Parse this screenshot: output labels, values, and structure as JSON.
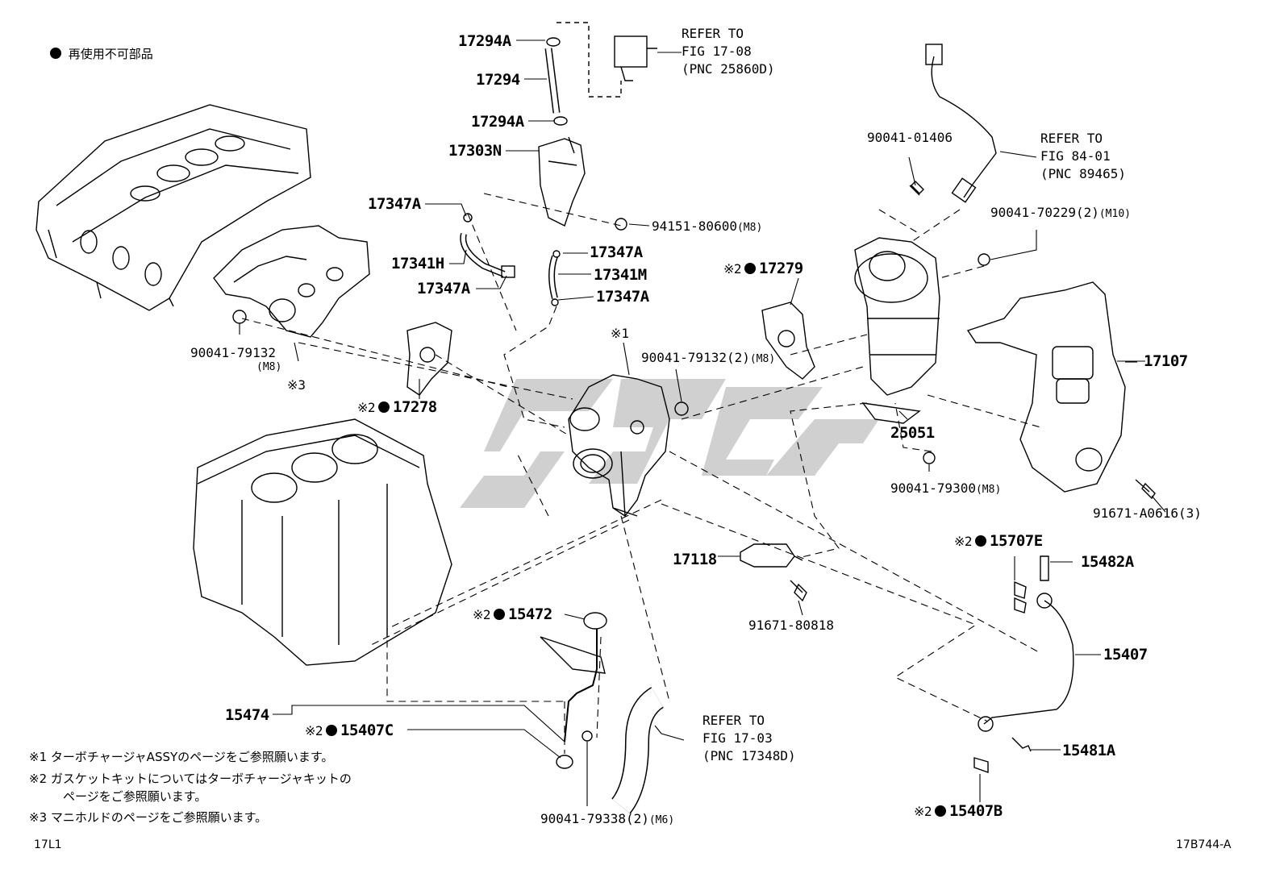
{
  "legend": {
    "text": "再使用不可部品"
  },
  "part_labels": {
    "p17294A_top": "17294A",
    "p17294": "17294",
    "p17294A_mid": "17294A",
    "p17303N": "17303N",
    "p17347A_left": "17347A",
    "p17341H": "17341H",
    "p17347A_low": "17347A",
    "p17347A_r1": "17347A",
    "p17341M": "17341M",
    "p17347A_r2": "17347A",
    "p94151": "94151-80600",
    "p94151_size": "(M8)",
    "p90041_01406": "90041-01406",
    "p90041_70229": "90041-70229(2)",
    "p90041_70229_size": "(M10)",
    "p17279": "17279",
    "p90041_79132_c": "90041-79132(2)",
    "p90041_79132_c_size": "(M8)",
    "p17107": "17107",
    "p90041_79132_l": "90041-79132",
    "p90041_79132_l_size": "(M8)",
    "p17278": "17278",
    "p25051": "25051",
    "p90041_79300": "90041-79300",
    "p90041_79300_size": "(M8)",
    "p91671_A0616": "91671-A0616(3)",
    "p17118": "17118",
    "p91671_80818": "91671-80818",
    "p15707E": "15707E",
    "p15482A": "15482A",
    "p15472": "15472",
    "p15407": "15407",
    "p15474": "15474",
    "p15407C": "15407C",
    "p15481A": "15481A",
    "p90041_79338": "90041-79338(2)",
    "p90041_79338_size": "(M6)",
    "p15407B": "15407B"
  },
  "marks": {
    "ref1": "※1",
    "ref2": "※2",
    "ref3": "※3"
  },
  "refer_blocks": {
    "fig_17_08": "REFER TO\nFIG 17-08\n(PNC 25860D)",
    "fig_84_01": "REFER TO\nFIG 84-01\n(PNC 89465)",
    "fig_17_03": "REFER TO\nFIG 17-03\n(PNC 17348D)"
  },
  "notes": {
    "n1": "※1  ターボチャージャASSYのページをご参照願います。",
    "n2": "※2  ガスケットキットについてはターボチャージャキットの",
    "n2b": "ページをご参照願います。",
    "n3": "※3  マニホルドのページをご参照願います。"
  },
  "corner_codes": {
    "left": "17L1",
    "right": "17B744-A"
  }
}
